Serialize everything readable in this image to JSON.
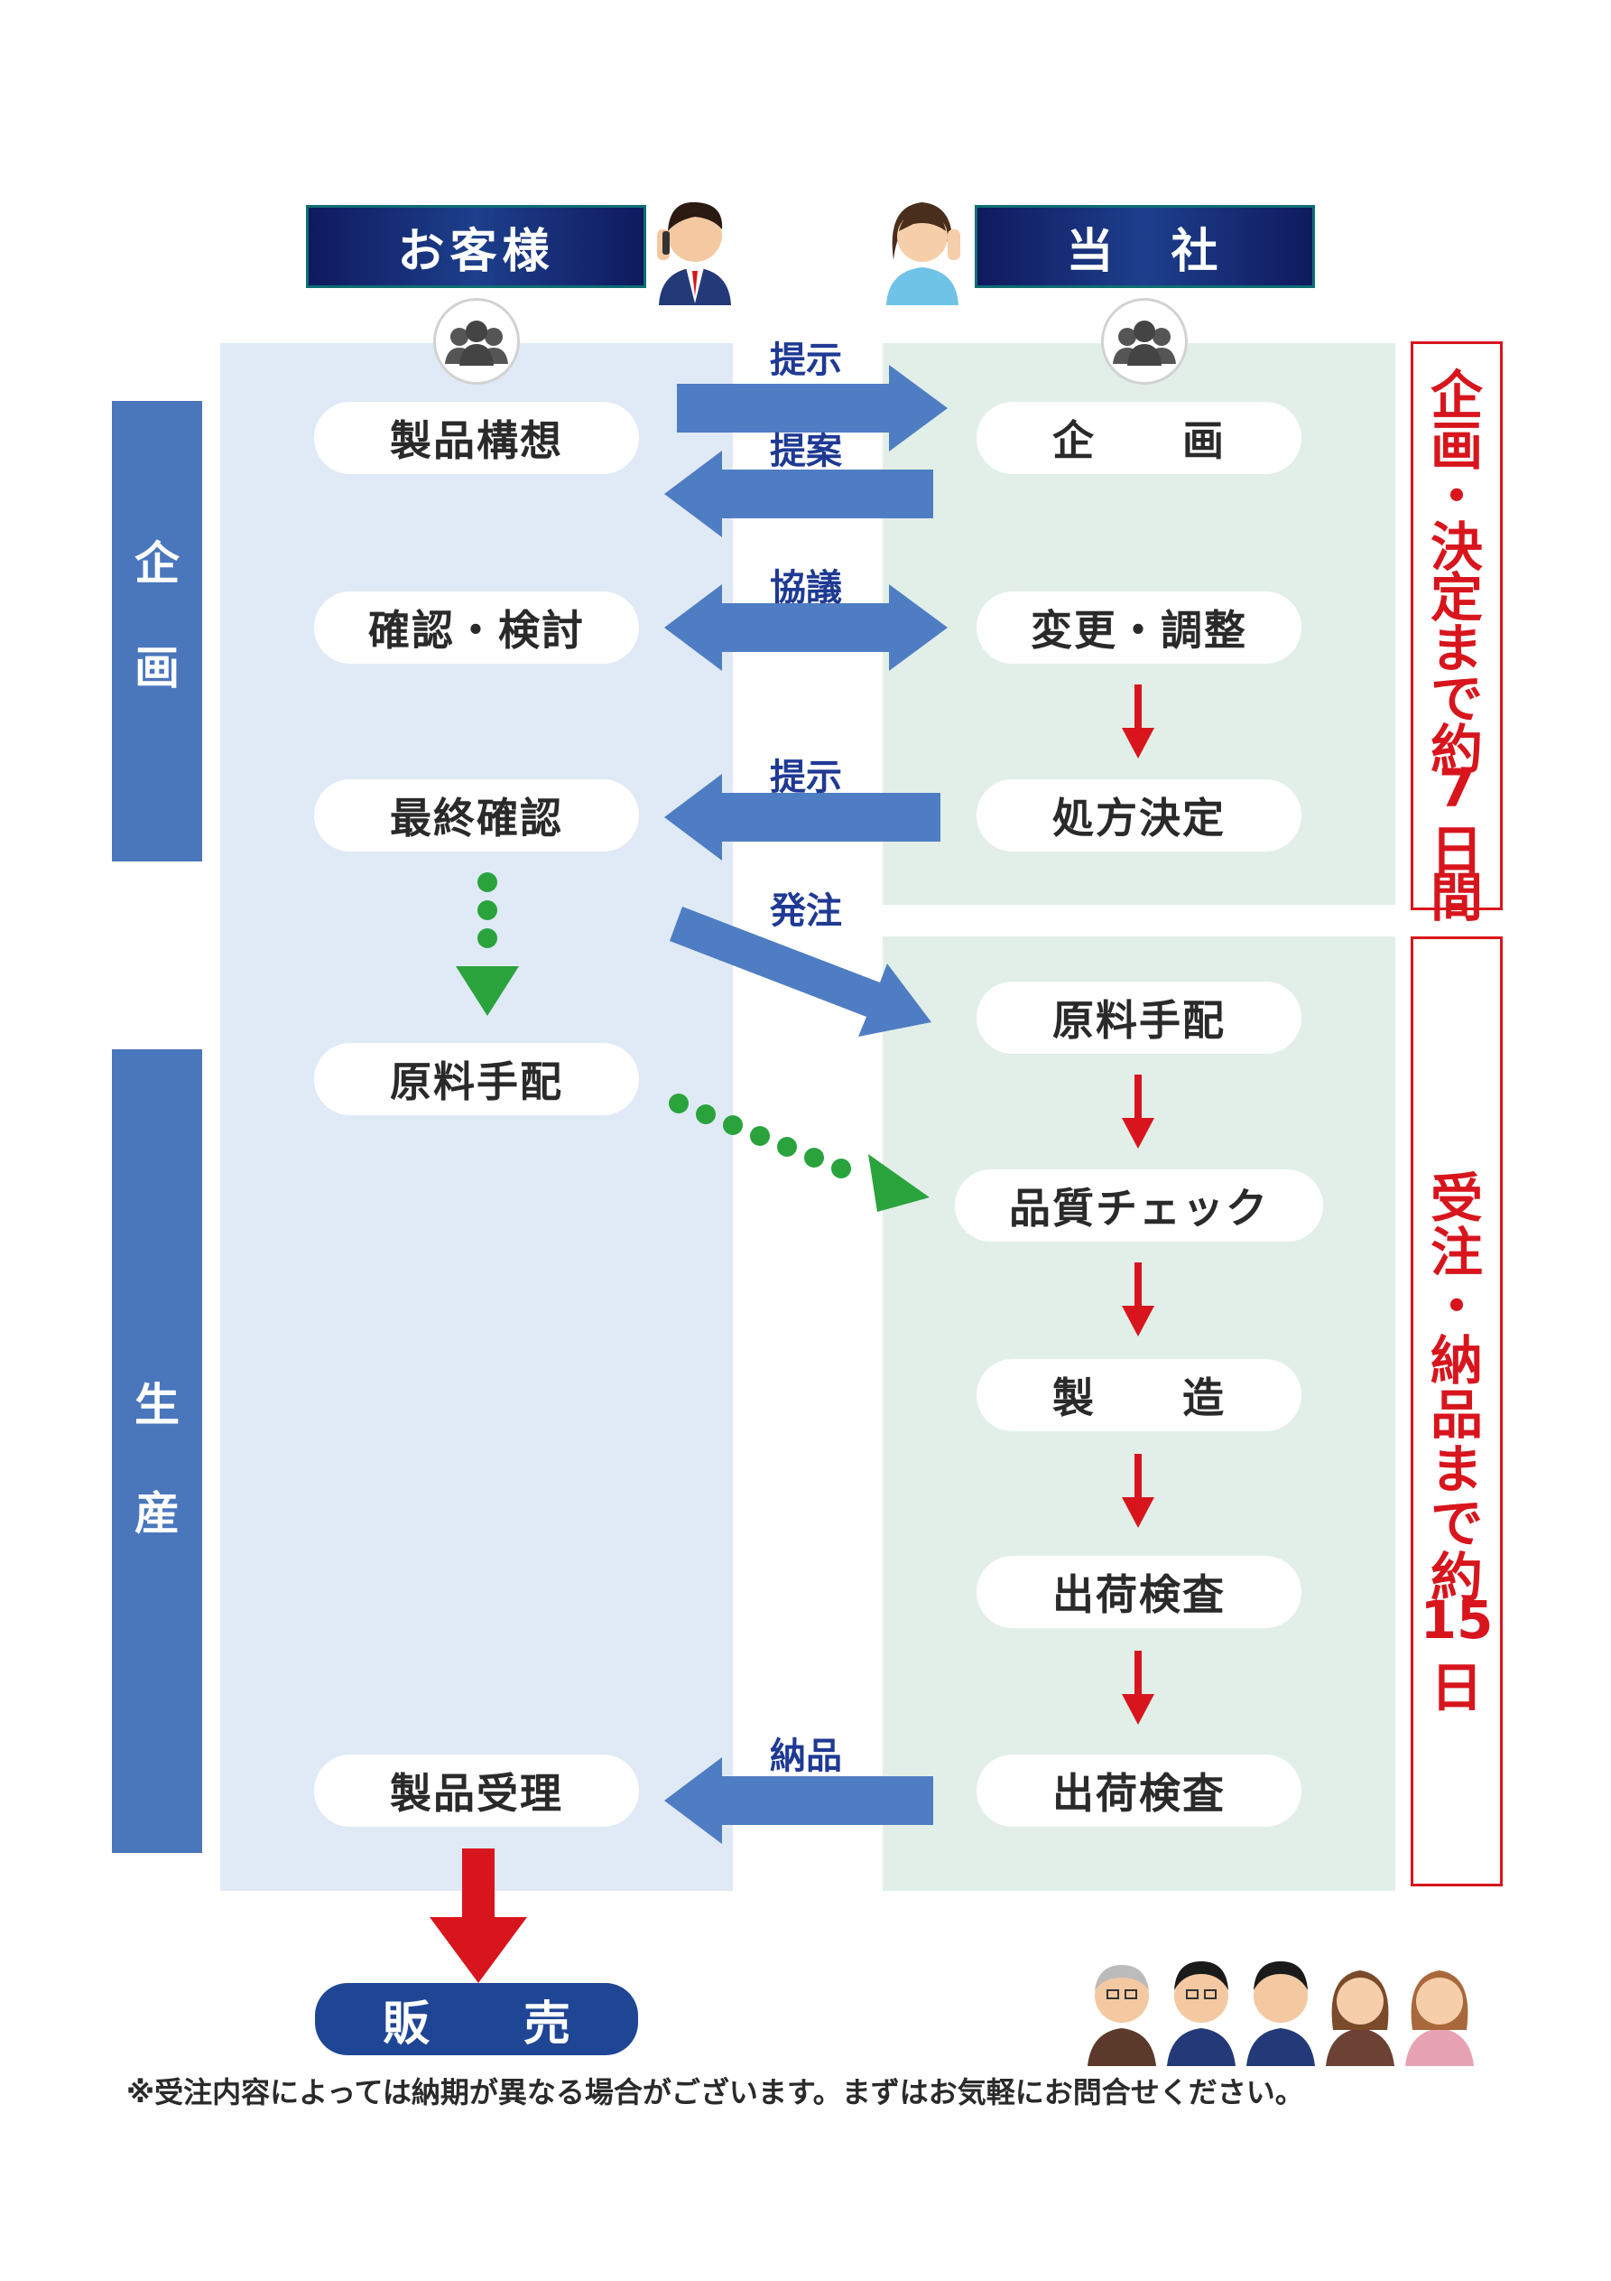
{
  "headers": {
    "customer": "お客様",
    "company": "当　社"
  },
  "phases": {
    "planning": [
      "企",
      "画"
    ],
    "production": [
      "生",
      "産"
    ]
  },
  "customer_steps": {
    "concept": "製品構想",
    "review": "確認・検討",
    "final_check": "最終確認",
    "materials": "原料手配",
    "receipt": "製品受理"
  },
  "company_steps": {
    "planning": "企　　画",
    "adjust": "変更・調整",
    "formula": "処方決定",
    "materials": "原料手配",
    "quality": "品質チェック",
    "manufacture": "製　　造",
    "inspection1": "出荷検査",
    "inspection2": "出荷検査"
  },
  "arrow_labels": {
    "present1": "提示",
    "proposal": "提案",
    "discussion": "協議",
    "present2": "提示",
    "order": "発注",
    "delivery": "納品"
  },
  "durations": {
    "planning": [
      "企",
      "画",
      "・",
      "決",
      "定",
      "ま",
      "で",
      "約",
      "7",
      "日",
      "間"
    ],
    "delivery": [
      "受",
      "注",
      "・",
      "納",
      "品",
      "ま",
      "で",
      "約",
      "15",
      "日"
    ]
  },
  "sales": "販　　売",
  "footnote": "※受注内容によっては納期が異なる場合がございます。まずはお気軽にお問合せください。",
  "colors": {
    "header_navy": "#0f1a5e",
    "phase_blue": "#4a76bc",
    "arrow_blue": "#4f7dc4",
    "lane_left": "#e0eaf6",
    "lane_right": "#e2efe8",
    "red": "#d8151d",
    "green": "#2aa33d"
  }
}
